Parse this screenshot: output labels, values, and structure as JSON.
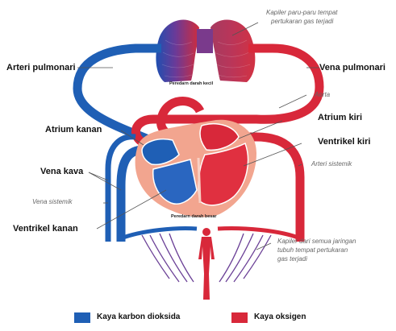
{
  "labels": {
    "arteri_pulmonari": "Arteri pulmonari",
    "vena_pulmonari": "Vena pulmonari",
    "atrium_kanan": "Atrium kanan",
    "atrium_kiri": "Atrium kiri",
    "ventrikel_kiri": "Ventrikel kiri",
    "vena_kava": "Vena kava",
    "ventrikel_kanan": "Ventrikel kanan"
  },
  "notes": {
    "kapiler_paru_1": "Kapiler paru-paru tempat",
    "kapiler_paru_2": "pertukaran gas terjadi",
    "aorta": "Aorta",
    "arteri_sistemik": "Arteri sistemik",
    "vena_sistemik": "Vena sistemik",
    "kapiler_jaringan_1": "Kapiler dari semua jaringan",
    "kapiler_jaringan_2": "tubuh tempat pertukaran",
    "kapiler_jaringan_3": "gas terjadi"
  },
  "circulation": {
    "kecil": "Peredarn darah kecil",
    "besar": "Peredarn darah besar"
  },
  "legend": {
    "co2": "Kaya karbon dioksida",
    "o2": "Kaya oksigen"
  },
  "colors": {
    "deoxygenated": "#1f5fb5",
    "oxygenated": "#d8283a",
    "heart_background": "#f2a58f",
    "background": "#ffffff"
  }
}
